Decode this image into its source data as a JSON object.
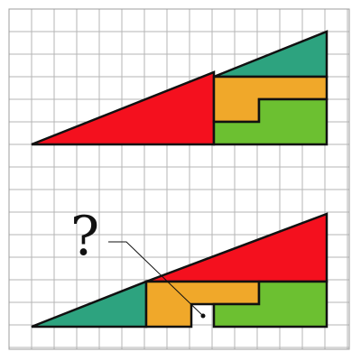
{
  "colors": {
    "red": "#f4101e",
    "green_teal": "#2da37f",
    "orange": "#f0a82a",
    "lime": "#6cc031",
    "grid": "#b5b5b5",
    "outline": "#111111"
  },
  "question_mark": "?",
  "puzzle": {
    "description_pieces": [
      "red-triangle",
      "teal-triangle",
      "orange-l-shape",
      "green-l-shape"
    ],
    "top_triangle": {
      "base_cells": 13,
      "height_cells": 5
    },
    "bottom_triangle": {
      "base_cells": 13,
      "height_cells": 5,
      "missing_cells": 1
    }
  }
}
